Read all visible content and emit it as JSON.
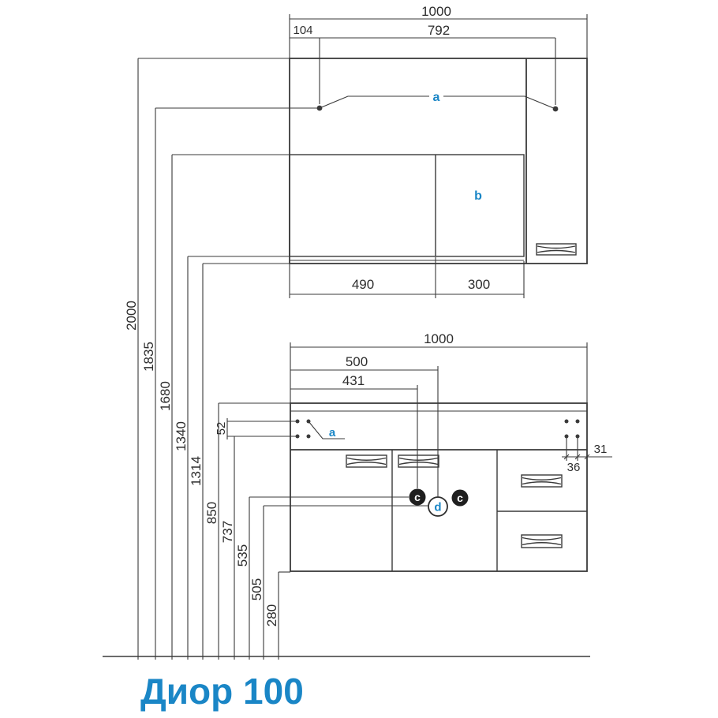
{
  "title": "Диор 100",
  "colors": {
    "line": "#3a3a3a",
    "accent": "#1a86c6"
  },
  "mirror_cabinet": {
    "width": "1000",
    "offset_left": "104",
    "mount_span": "792",
    "door_left": "490",
    "door_right": "300",
    "label_a": "a",
    "label_b": "b"
  },
  "vanity": {
    "width": "1000",
    "dim_d_x": "500",
    "dim_c_x": "431",
    "mount_row_gap": "52",
    "hole_gap": "36",
    "edge_offset": "31",
    "label_a": "a",
    "label_c_left": "c",
    "label_c_right": "c",
    "label_d": "d"
  },
  "heights": {
    "cabinet_top": "2000",
    "cabinet_mounts": "1835",
    "mirror_top": "1680",
    "mirror_bottom": "1340",
    "cabinet_bottom": "1314",
    "countertop": "850",
    "vanity_mounts": "737",
    "hole_c": "535",
    "hole_d": "505",
    "vanity_bottom": "280"
  }
}
